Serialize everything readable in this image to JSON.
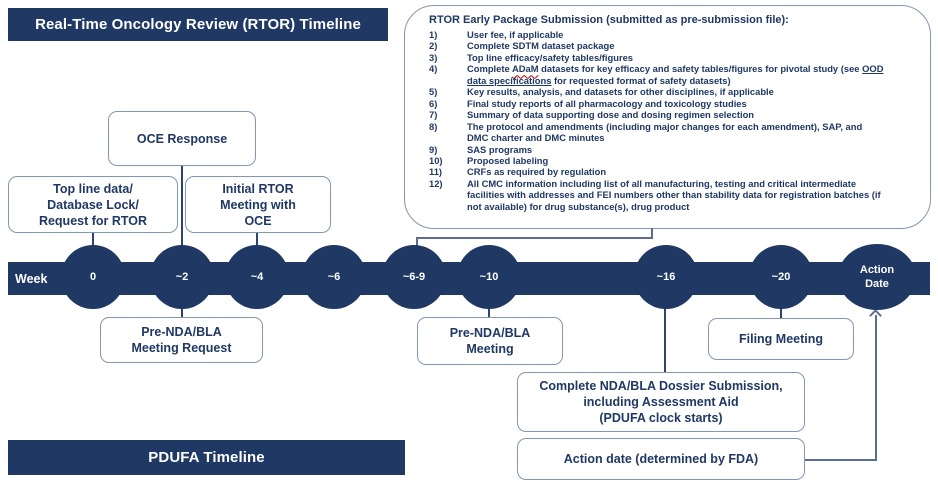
{
  "colors": {
    "navy": "#1f3864",
    "box_border": "#8497b0",
    "connector": "#2e4372",
    "connector_light": "#5b6b94",
    "spellcheck_red": "#c00000",
    "text_on_navy": "#ffffff"
  },
  "banners": {
    "rtor": "Real-Time Oncology Review (RTOR) Timeline",
    "pdufa": "PDUFA Timeline"
  },
  "callout": {
    "title": "RTOR Early Package Submission (submitted as pre-submission file):",
    "items": [
      {
        "num": "1)",
        "segments": [
          {
            "text": "User fee, if applicable"
          }
        ]
      },
      {
        "num": "2)",
        "segments": [
          {
            "text": "Complete SDTM dataset package"
          }
        ]
      },
      {
        "num": "3)",
        "segments": [
          {
            "text": "Top line efficacy/safety tables/figures"
          }
        ]
      },
      {
        "num": "4)",
        "segments": [
          {
            "text": "Complete "
          },
          {
            "text": "ADaM",
            "style": "wavy"
          },
          {
            "text": " datasets for key efficacy and safety tables/figures for pivotal study (see "
          },
          {
            "text": "OOD",
            "style": "ulink",
            "name": "ood-data-specifications-link"
          },
          {
            "text": "\n"
          },
          {
            "text": "data specifications",
            "style": "ulink",
            "name": "ood-data-specifications-link"
          },
          {
            "text": " for requested format of safety datasets)"
          }
        ]
      },
      {
        "num": "5)",
        "segments": [
          {
            "text": "Key results, analysis, and datasets for other disciplines, if applicable"
          }
        ]
      },
      {
        "num": "6)",
        "segments": [
          {
            "text": "Final study reports of all pharmacology and toxicology studies"
          }
        ]
      },
      {
        "num": "7)",
        "segments": [
          {
            "text": "Summary of data supporting dose and dosing regimen selection"
          }
        ]
      },
      {
        "num": "8)",
        "segments": [
          {
            "text": "The protocol and amendments (including major changes for each amendment), SAP, and\nDMC charter and DMC minutes"
          }
        ]
      },
      {
        "num": "9)",
        "segments": [
          {
            "text": "SAS programs"
          }
        ]
      },
      {
        "num": "10)",
        "segments": [
          {
            "text": "Proposed labeling"
          }
        ]
      },
      {
        "num": "11)",
        "segments": [
          {
            "text": "CRFs as required by regulation"
          }
        ]
      },
      {
        "num": "12)",
        "segments": [
          {
            "text": "All CMC information including list of all manufacturing, testing and critical intermediate\nfacilities with addresses and FEI numbers other than stability data for registration batches (if\nnot available) for drug substance(s), drug product"
          }
        ]
      }
    ]
  },
  "timeline": {
    "week_label": "Week",
    "nodes": [
      {
        "label": "0"
      },
      {
        "label": "~2"
      },
      {
        "label": "~4"
      },
      {
        "label": "~6"
      },
      {
        "label": "~6-9"
      },
      {
        "label": "~10"
      },
      {
        "label": "~16"
      },
      {
        "label": "~20"
      },
      {
        "label": "Action\nDate"
      }
    ]
  },
  "events": {
    "top_line_data": "Top line data/\nDatabase Lock/\nRequest for RTOR",
    "oce_response": "OCE Response",
    "initial_rtor_meeting": "Initial RTOR\nMeeting with\nOCE",
    "pre_nda_meeting_request": "Pre-NDA/BLA\nMeeting Request",
    "pre_nda_meeting": "Pre-NDA/BLA\nMeeting",
    "filing_meeting": "Filing Meeting",
    "dossier_submission": "Complete NDA/BLA Dossier Submission,\nincluding Assessment Aid\n(PDUFA clock starts)",
    "action_date_box": "Action date (determined by FDA)"
  }
}
